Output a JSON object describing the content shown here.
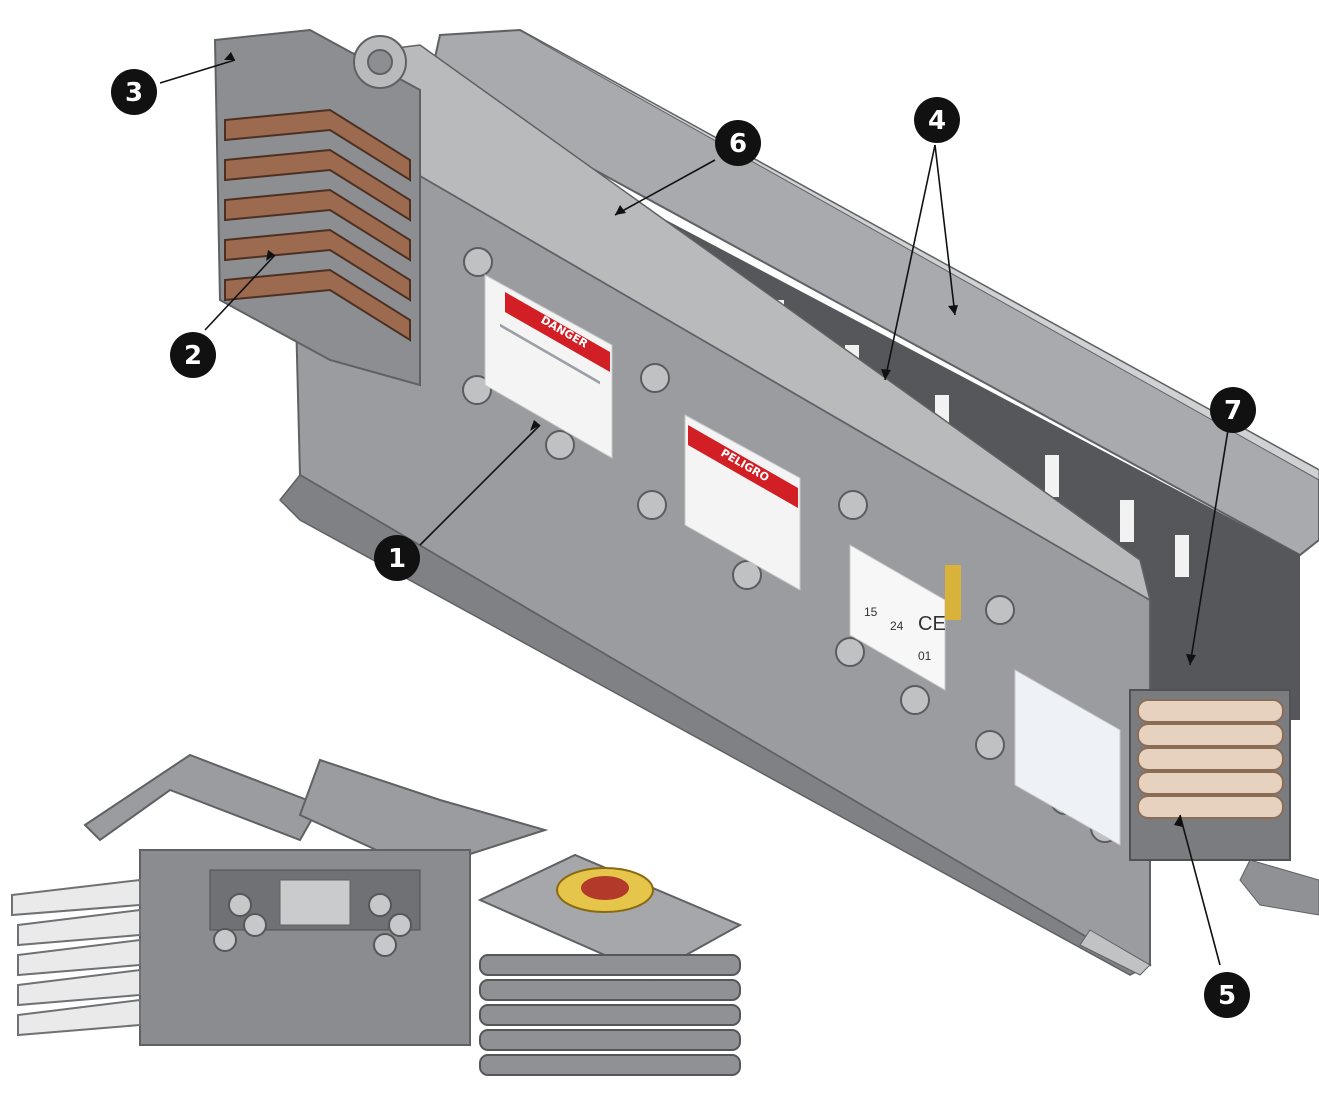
{
  "callouts": {
    "c1": "1",
    "c2": "2",
    "c3": "3",
    "c4": "4",
    "c5": "5",
    "c6": "6",
    "c7": "7"
  },
  "labels": {
    "danger": "DANGER",
    "peligro": "PELIGRO",
    "cert_1": "15",
    "cert_2": "24",
    "cert_3": "01",
    "ce_mark": "CE"
  },
  "colors": {
    "steel": "#9a9c9f",
    "steel_dark": "#6f7174",
    "steel_light": "#c4c6c8",
    "copper": "#9c6b4f",
    "danger_red": "#d11f25",
    "badge": "#111111",
    "bar_insulation": "#e7d2c0"
  },
  "icons": {
    "warning": "warning-triangle-icon",
    "callout": "numbered-callout-icon"
  }
}
